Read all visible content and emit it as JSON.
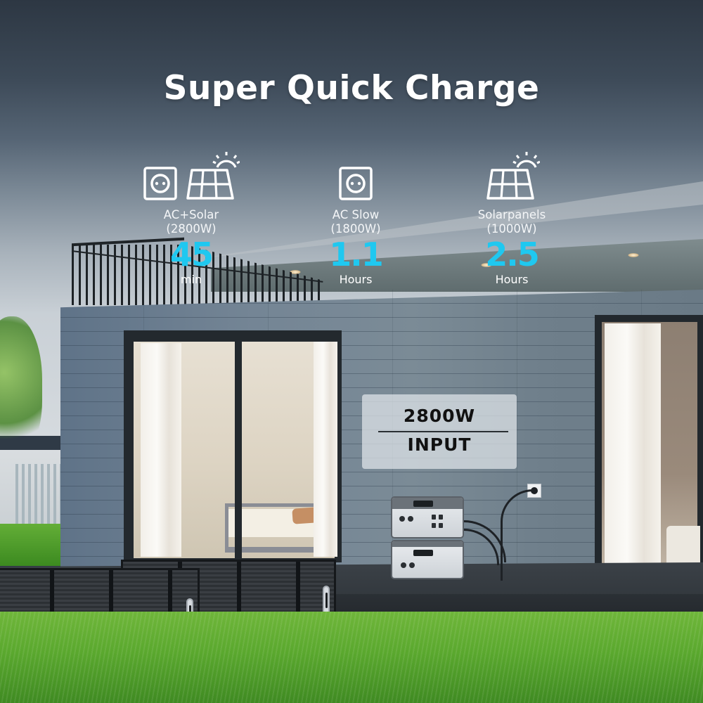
{
  "headline": {
    "title": "Super Quick Charge"
  },
  "accent_color": "#1fc8f0",
  "stats": [
    {
      "icons": [
        "ac-outlet-icon",
        "solar-panel-icon"
      ],
      "label_line1": "AC+Solar",
      "label_line2": "(2800W)",
      "value": "45",
      "unit": "min"
    },
    {
      "icons": [
        "ac-outlet-icon"
      ],
      "label_line1": "AC Slow",
      "label_line2": "(1800W)",
      "value": "1.1",
      "unit": "Hours"
    },
    {
      "icons": [
        "solar-panel-icon"
      ],
      "label_line1": "Solarpanels",
      "label_line2": "(1000W)",
      "value": "2.5",
      "unit": "Hours"
    }
  ],
  "input_badge": {
    "line1": "2800W",
    "line2": "INPUT"
  }
}
